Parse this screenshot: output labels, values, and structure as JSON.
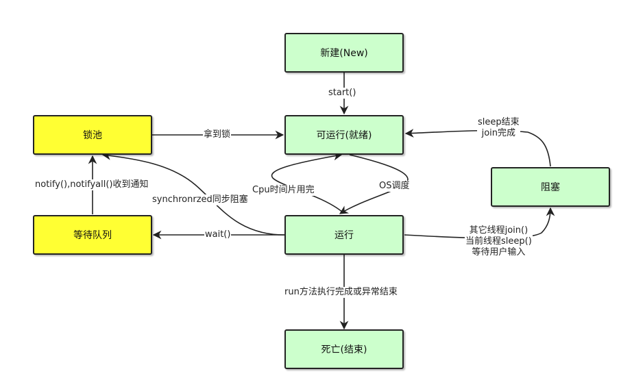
{
  "nodes": {
    "new": "新建(New)",
    "runnable": "可运行(就绪)",
    "lock_pool": "锁池",
    "wait_queue": "等待队列",
    "running": "运行",
    "blocked": "阻塞",
    "dead": "死亡(结束)"
  },
  "edges": {
    "start": "start()",
    "got_lock": "拿到锁",
    "notify": "notify(),notifyall()收到通知",
    "synchronized": "synchronrzed同步阻塞",
    "cpu_slice": "Cpu时间片用完",
    "os_schedule": "OS调度",
    "wait": "wait()",
    "run_done": "run方法执行完成或异常结束",
    "block_reasons": [
      "其它线程join()",
      "当前线程sleep()",
      "等待用户输入"
    ],
    "unblock_reasons": [
      "sleep结束",
      "join完成"
    ]
  },
  "colors": {
    "state_fill": "#ccffcc",
    "lock_fill": "#ffff33",
    "stroke": "#222222"
  }
}
